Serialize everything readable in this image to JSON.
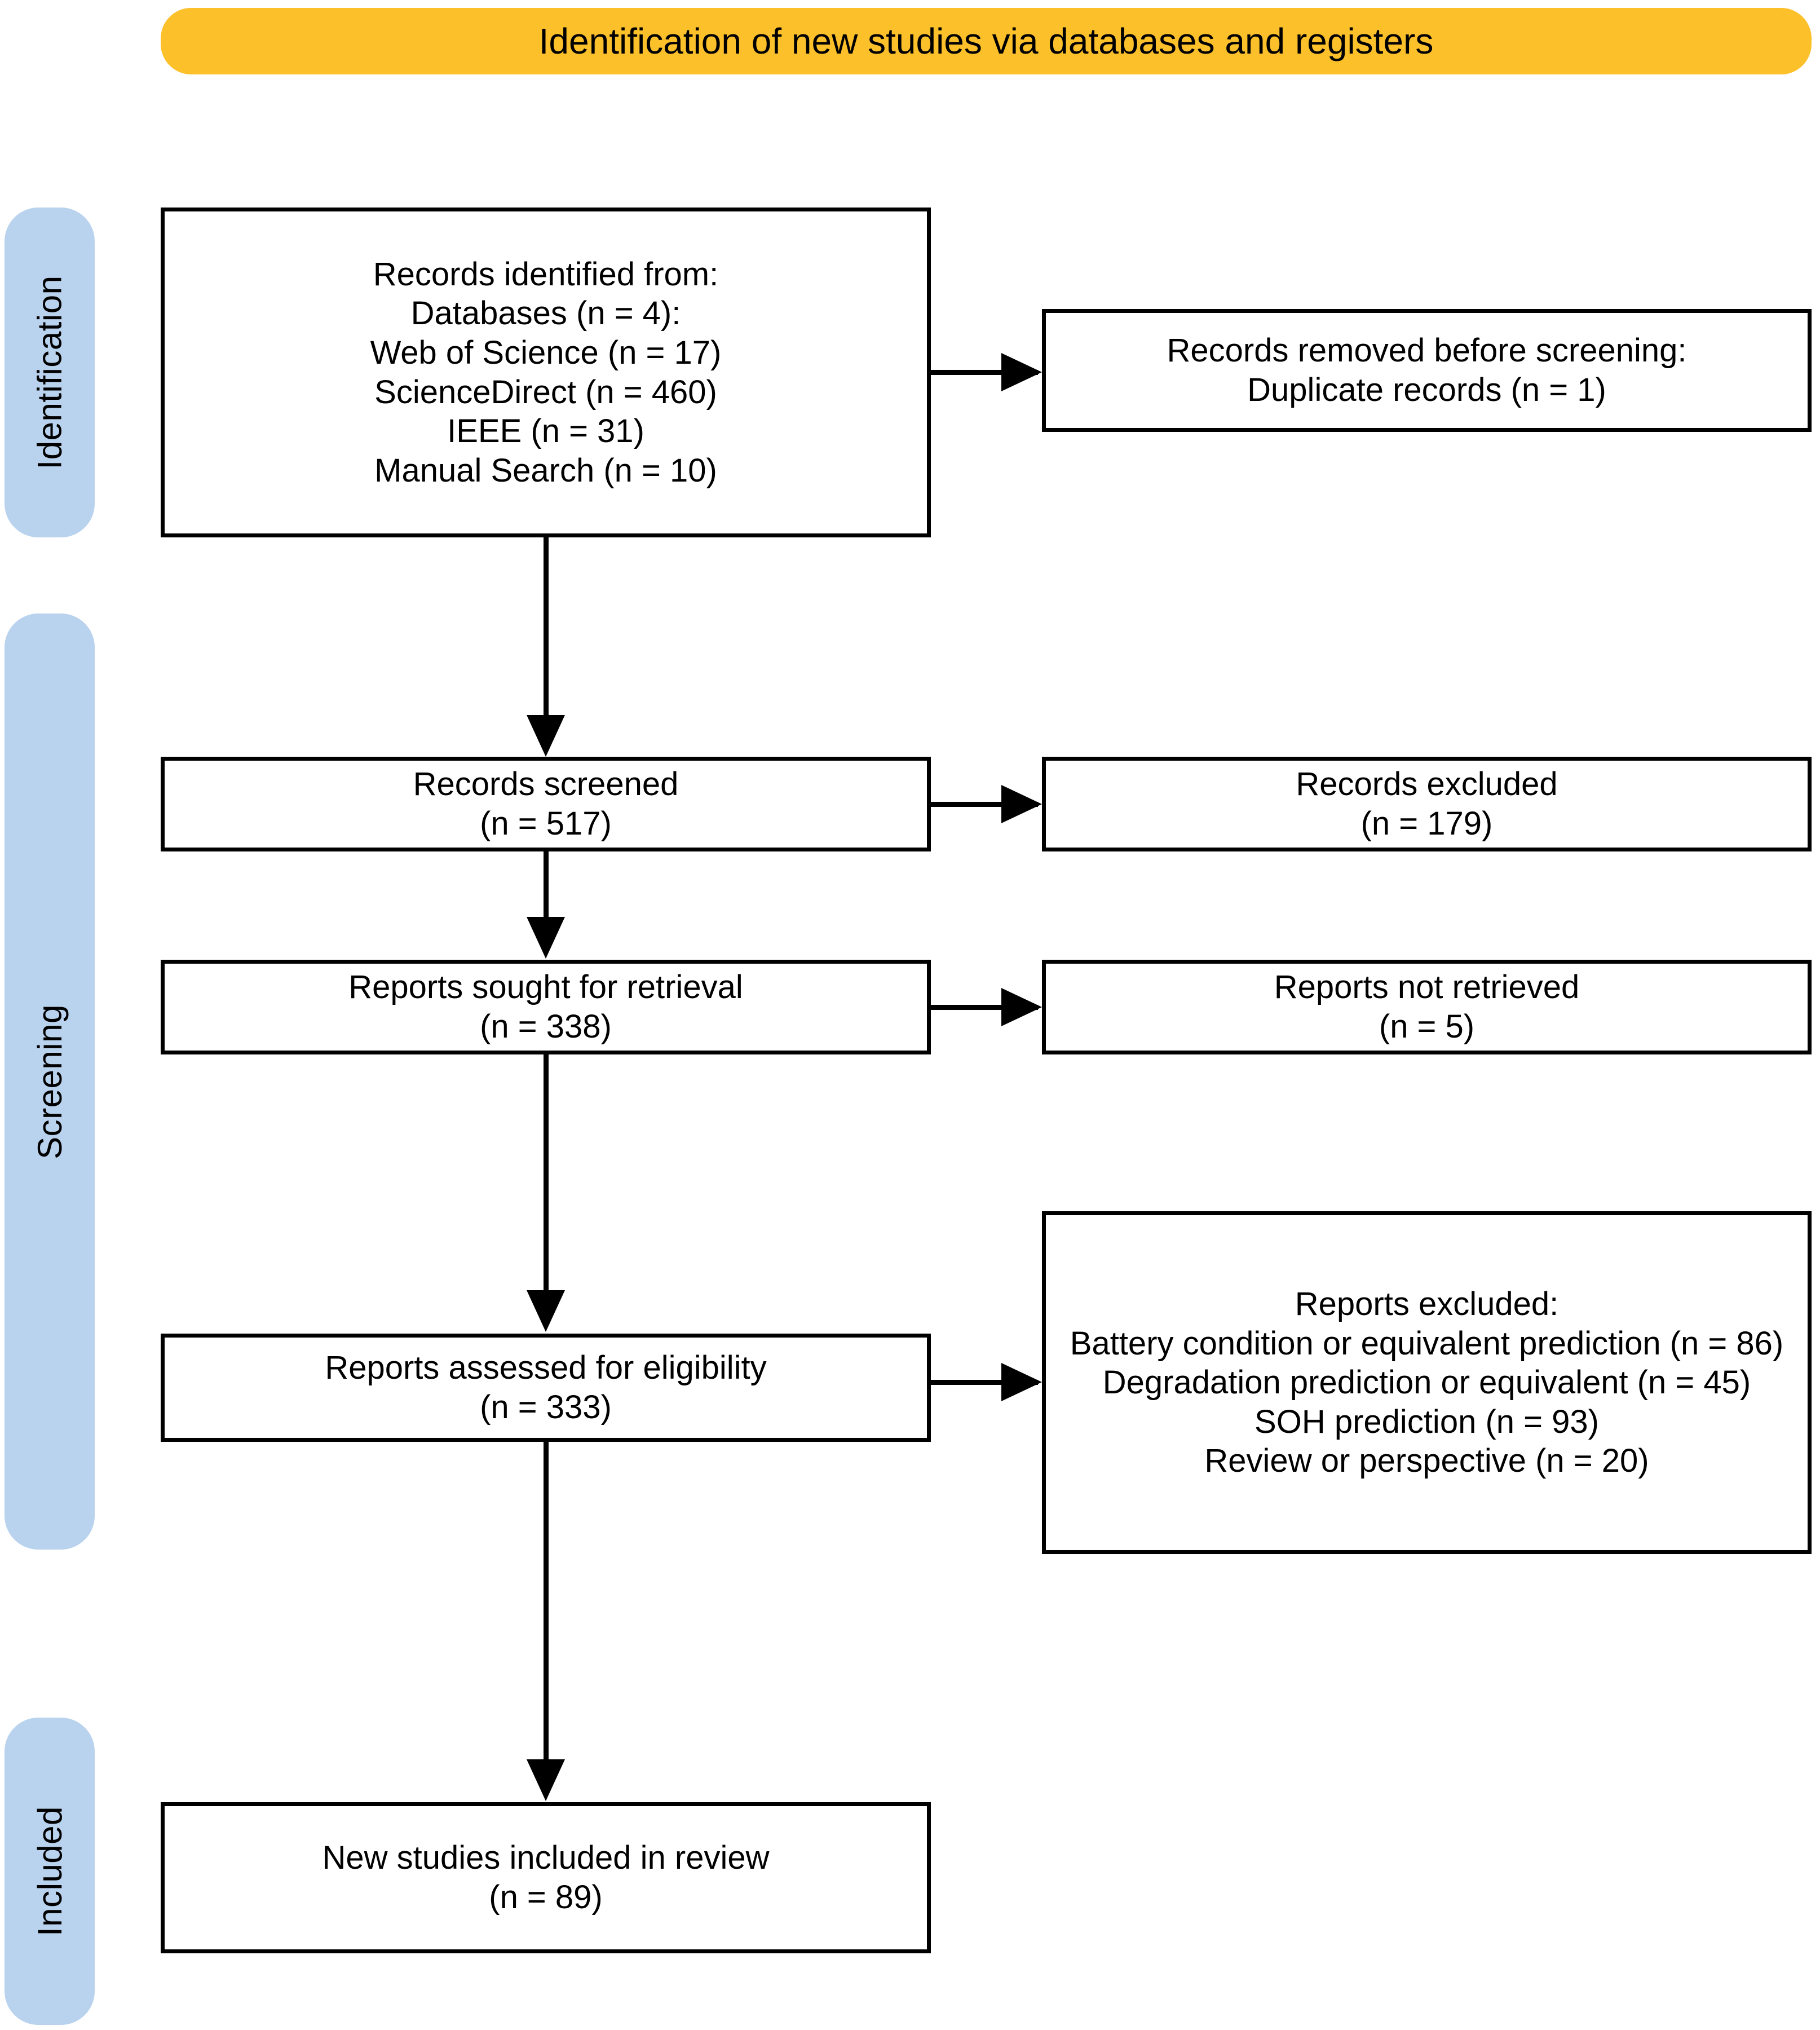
{
  "banner": {
    "title": "Identification of new studies via databases and registers",
    "color": "#fcc02b"
  },
  "stages": {
    "color": "#b9d2ee",
    "items": [
      {
        "label": "Identification"
      },
      {
        "label": "Screening"
      },
      {
        "label": "Included"
      }
    ]
  },
  "boxes": {
    "identified": {
      "lines": [
        "Records identified from:",
        "Databases (n = 4):",
        "Web of Science (n = 17)",
        "ScienceDirect (n = 460)",
        "IEEE (n = 31)",
        "Manual Search (n = 10)"
      ]
    },
    "removed": {
      "lines": [
        "Records removed before screening:",
        "Duplicate records (n = 1)"
      ]
    },
    "screened": {
      "lines": [
        "Records screened",
        "(n = 517)"
      ]
    },
    "records_excluded": {
      "lines": [
        "Records excluded",
        "(n = 179)"
      ]
    },
    "sought": {
      "lines": [
        "Reports sought for retrieval",
        "(n = 338)"
      ]
    },
    "not_retrieved": {
      "lines": [
        "Reports not retrieved",
        "(n = 5)"
      ]
    },
    "assessed": {
      "lines": [
        "Reports assessed for eligibility",
        "(n = 333)"
      ]
    },
    "reports_excluded": {
      "lines": [
        "Reports excluded:",
        "Battery condition or equivalent prediction (n = 86)",
        "Degradation prediction or equivalent (n = 45)",
        "SOH prediction (n = 93)",
        "Review or perspective (n = 20)"
      ]
    },
    "included": {
      "lines": [
        "New studies included in review",
        "(n = 89)"
      ]
    }
  }
}
